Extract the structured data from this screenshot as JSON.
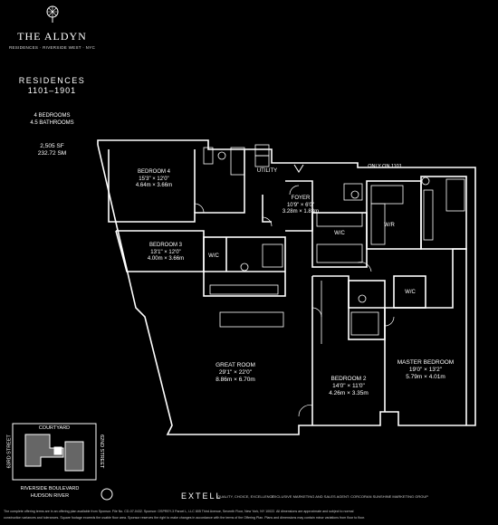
{
  "building": {
    "name": "THE ALDYN",
    "tagline": "RESIDENCES · RIVERSIDE WEST · NYC"
  },
  "residence": {
    "title": "RESIDENCES",
    "range": "1101–1901",
    "bedrooms": "4 BEDROOMS",
    "bathrooms": "4.5 BATHROOMS",
    "area_sf": "2,505 SF",
    "area_sm": "232.72 SM"
  },
  "rooms": {
    "bedroom4": {
      "name": "BEDROOM 4",
      "imperial": "15'3\" × 12'0\"",
      "metric": "4.64m × 3.66m"
    },
    "bedroom3": {
      "name": "BEDROOM 3",
      "imperial": "13'1\" × 12'0\"",
      "metric": "4.00m × 3.66m"
    },
    "bedroom2": {
      "name": "BEDROOM 2",
      "imperial": "14'0\" × 11'0\"",
      "metric": "4.26m × 3.35m"
    },
    "master": {
      "name": "MASTER BEDROOM",
      "imperial": "19'0\" × 13'2\"",
      "metric": "5.79m × 4.01m"
    },
    "great_room": {
      "name": "GREAT ROOM",
      "imperial": "29'1\" × 22'0\"",
      "metric": "8.86m × 6.70m"
    },
    "foyer": {
      "name": "FOYER",
      "imperial": "10'9\" × 6'0\"",
      "metric": "3.28m × 1.83m"
    },
    "utility": "UTILITY",
    "wic": "W/C",
    "wic_closet": "W/C",
    "wir": "W/R",
    "only_on": "ONLY ON 1101"
  },
  "keyplan": {
    "courtyard": "COURTYARD",
    "street_left": "63RD STREET",
    "street_right": "62ND STREET",
    "boulevard": "RIVERSIDE BOULEVARD",
    "river": "HUDSON RIVER"
  },
  "footer": {
    "brand": "EXTELL",
    "brand_tag": "QUALITY, CHOICE, EXCELLENCE",
    "marketing": "EXCLUSIVE MARKETING AND SALES AGENT: CORCORAN SUNSHINE MARKETING GROUP",
    "disclaimer1": "The complete offering terms are in an offering plan available from Sponsor. File No. CD-07-0432. Sponsor: OSPREY-3 Parcel L, LLC 805 Third Avenue, Seventh Floor, New York, NY 10022. All dimensions are approximate and subject to normal",
    "disclaimer2": "construction variances and tolerances. Square footage exceeds the usable floor area. Sponsor reserves the right to make changes in accordance with the terms of the Offering Plan. Plans and dimensions may contain minor variations from floor to floor."
  }
}
